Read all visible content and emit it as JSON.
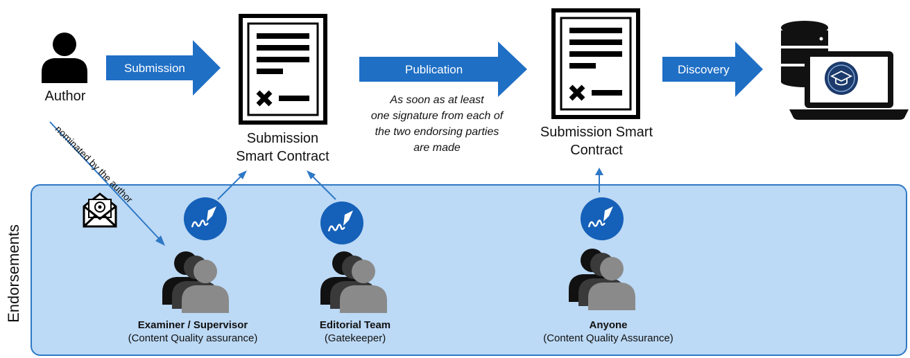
{
  "flow": {
    "author_label": "Author",
    "submission_label": "Submission",
    "publication_label": "Publication",
    "discovery_label": "Discovery",
    "contract1_line1": "Submission",
    "contract1_line2": "Smart Contract",
    "contract2_line1": "Submission Smart",
    "contract2_line2": "Contract",
    "publication_note": [
      "As soon as at least",
      "one signature from each of",
      "the two endorsing parties",
      "are made"
    ],
    "nominated_label": "nominated by the author"
  },
  "endorsements": {
    "title": "Endorsements",
    "roles": [
      {
        "name": "Examiner / Supervisor",
        "desc": "(Content Quality assurance)"
      },
      {
        "name": "Editorial Team",
        "desc": "(Gatekeeper)"
      },
      {
        "name": "Anyone",
        "desc": "(Content Quality Assurance)"
      }
    ]
  },
  "colors": {
    "arrow_blue": "#1f6fc5",
    "panel_fill": "#bcd9f5",
    "panel_border": "#2e78c5",
    "signature_badge": "#1560b8",
    "document_black": "#000000"
  },
  "icons": [
    "person-icon",
    "document-icon",
    "database-icon",
    "laptop-icon",
    "graduation-cap-icon",
    "email-icon",
    "signature-icon",
    "group-icon"
  ]
}
